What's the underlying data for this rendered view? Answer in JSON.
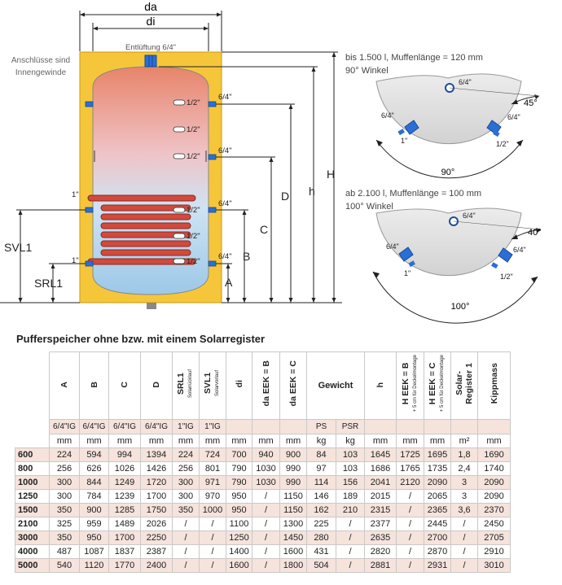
{
  "diagram": {
    "dim_da": "da",
    "dim_di": "di",
    "vent_label": "Entlüftung 6/4\"",
    "note_line1": "Anschlüsse sind",
    "note_line2": "Innengewinde",
    "dims": {
      "H": "H",
      "h": "h",
      "D": "D",
      "C": "C",
      "B": "B",
      "A": "A",
      "SVL1": "SVL1",
      "SRL1": "SRL1"
    },
    "left_port_1": "1\"",
    "left_port_2": "1\"",
    "inner_ports": [
      "1/2\"",
      "1/2\"",
      "1/2\"",
      "1/2\"",
      "1/2\"",
      "1/2\""
    ],
    "right_ports": [
      "6/4\"",
      "6/4\"",
      "6/4\"",
      "6/4\""
    ],
    "top_view_1": {
      "line1": "bis 1.500 l, Muffenlänge = 120 mm",
      "line2": "90° Winkel",
      "top": "6/4\"",
      "left": "6/4\"",
      "right": "6/4\"",
      "left_small": "1\"",
      "right_small": "1/2\"",
      "angle_main": "90°",
      "angle_side": "45°"
    },
    "top_view_2": {
      "line1": "ab 2.100 l, Muffenlänge = 100 mm",
      "line2": "100° Winkel",
      "top": "6/4\"",
      "left": "6/4\"",
      "right": "6/4\"",
      "left_small": "1\"",
      "right_small": "1/2\"",
      "angle_main": "100°",
      "angle_side": "40°"
    }
  },
  "table": {
    "title": "Pufferspeicher ohne bzw. mit einem  Solarregister",
    "headers": {
      "A": "A",
      "B": "B",
      "C": "C",
      "D": "D",
      "SRL1": "SRL1",
      "SRL1_sub": "Solarrücklauf",
      "SVL1": "SVL1",
      "SVL1_sub": "Solarvorlauf",
      "di": "di",
      "da_b": "da EEK = B",
      "da_c": "da EEK = C",
      "gewicht": "Gewicht",
      "h": "h",
      "heek_b": "H EEK = B",
      "heek_b_sub": "+ 5 cm für Deckelmontage",
      "heek_c": "H EEK = C",
      "heek_c_sub": "+ 5 cm für Deckelmontage",
      "solar": "Solar-",
      "solar2": "Register 1",
      "kipp": "Kippmass"
    },
    "conn": [
      "6/4\"IG",
      "6/4\"IG",
      "6/4\"IG",
      "6/4\"IG",
      "1\"IG",
      "1\"IG",
      "",
      "",
      "",
      "PS",
      "PSR",
      "",
      "",
      "",
      "",
      ""
    ],
    "units": [
      "mm",
      "mm",
      "mm",
      "mm",
      "mm",
      "mm",
      "mm",
      "mm",
      "mm",
      "kg",
      "kg",
      "mm",
      "mm",
      "mm",
      "m²",
      "mm"
    ],
    "rows": [
      {
        "size": "600",
        "v": [
          "224",
          "594",
          "994",
          "1394",
          "224",
          "724",
          "700",
          "940",
          "900",
          "84",
          "103",
          "1645",
          "1725",
          "1695",
          "1,8",
          "1690"
        ]
      },
      {
        "size": "800",
        "v": [
          "256",
          "626",
          "1026",
          "1426",
          "256",
          "801",
          "790",
          "1030",
          "990",
          "97",
          "103",
          "1686",
          "1765",
          "1735",
          "2,4",
          "1740"
        ]
      },
      {
        "size": "1000",
        "v": [
          "300",
          "844",
          "1249",
          "1720",
          "300",
          "971",
          "790",
          "1030",
          "990",
          "114",
          "156",
          "2041",
          "2120",
          "2090",
          "3",
          "2090"
        ]
      },
      {
        "size": "1250",
        "v": [
          "300",
          "784",
          "1239",
          "1700",
          "300",
          "970",
          "950",
          "/",
          "1150",
          "146",
          "189",
          "2015",
          "/",
          "2065",
          "3",
          "2090"
        ]
      },
      {
        "size": "1500",
        "v": [
          "350",
          "900",
          "1285",
          "1750",
          "350",
          "1000",
          "950",
          "/",
          "1150",
          "162",
          "210",
          "2315",
          "/",
          "2365",
          "3,6",
          "2370"
        ]
      },
      {
        "size": "2100",
        "v": [
          "325",
          "959",
          "1489",
          "2026",
          "/",
          "/",
          "1100",
          "/",
          "1300",
          "225",
          "/",
          "2377",
          "/",
          "2445",
          "/",
          "2450"
        ]
      },
      {
        "size": "3000",
        "v": [
          "350",
          "950",
          "1700",
          "2250",
          "/",
          "/",
          "1250",
          "/",
          "1450",
          "280",
          "/",
          "2635",
          "/",
          "2700",
          "/",
          "2705"
        ]
      },
      {
        "size": "4000",
        "v": [
          "487",
          "1087",
          "1837",
          "2387",
          "/",
          "/",
          "1400",
          "/",
          "1600",
          "431",
          "/",
          "2820",
          "/",
          "2870",
          "/",
          "2910"
        ]
      },
      {
        "size": "5000",
        "v": [
          "540",
          "1120",
          "1770",
          "2400",
          "/",
          "/",
          "1600",
          "/",
          "1800",
          "504",
          "/",
          "2881",
          "/",
          "2931",
          "/",
          "3010"
        ]
      }
    ]
  }
}
